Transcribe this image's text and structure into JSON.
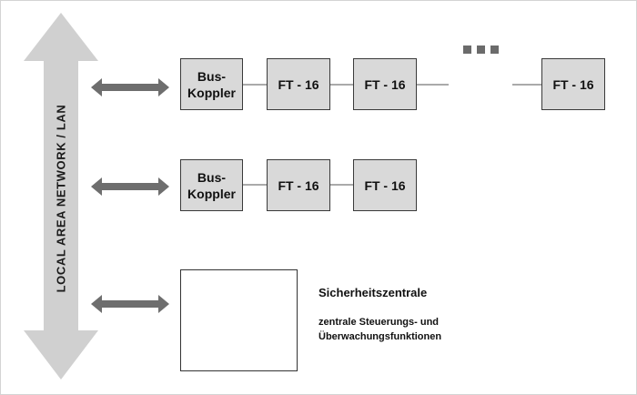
{
  "lan": {
    "label": "LOCAL AREA NETWORK / LAN"
  },
  "row1": {
    "coupler": [
      "Bus-",
      "Koppler"
    ],
    "ft1": "FT - 16",
    "ft2": "FT - 16",
    "ft_last": "FT - 16"
  },
  "row2": {
    "coupler": [
      "Bus-",
      "Koppler"
    ],
    "ft1": "FT - 16",
    "ft2": "FT - 16"
  },
  "security": {
    "title": "Sicherheitszentrale",
    "desc_line1": "zentrale Steuerungs- und",
    "desc_line2": "Überwachungsfunktionen"
  },
  "colors": {
    "arrow": "#d0d0d0",
    "connector_arrow": "#6e6e6e",
    "box_fill": "#d9d9d9",
    "box_border": "#3a3a3a"
  }
}
